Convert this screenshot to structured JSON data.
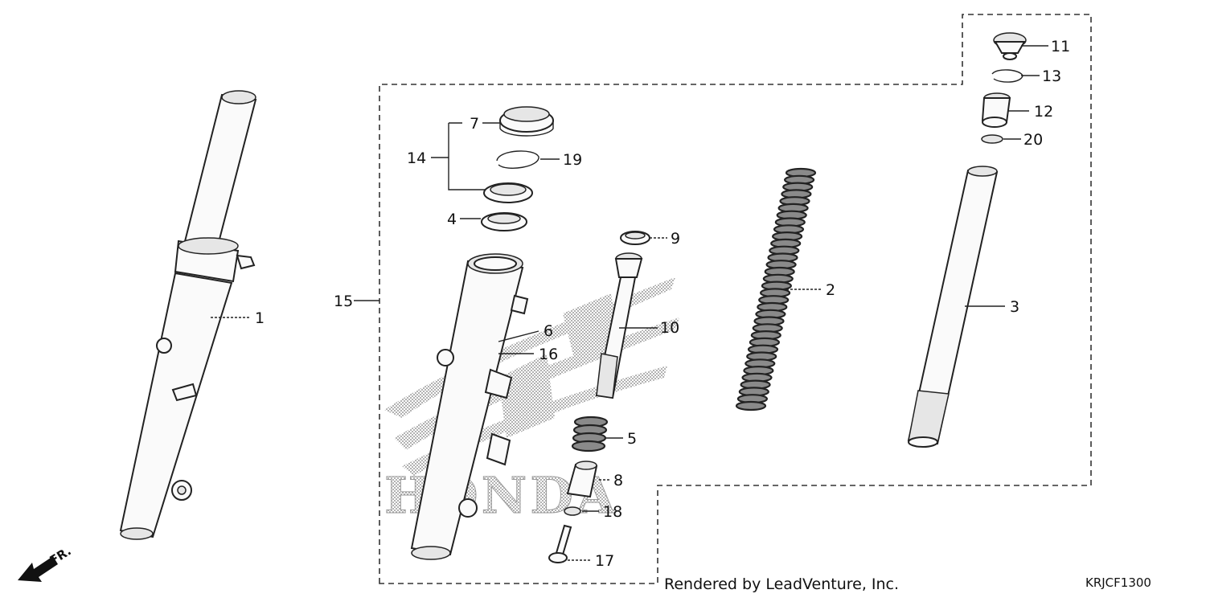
{
  "diagram": {
    "callouts": [
      {
        "id": "c1",
        "label": "1"
      },
      {
        "id": "c2",
        "label": "2"
      },
      {
        "id": "c3",
        "label": "3"
      },
      {
        "id": "c4",
        "label": "4"
      },
      {
        "id": "c5",
        "label": "5"
      },
      {
        "id": "c6",
        "label": "6"
      },
      {
        "id": "c7",
        "label": "7"
      },
      {
        "id": "c8",
        "label": "8"
      },
      {
        "id": "c9",
        "label": "9"
      },
      {
        "id": "c10",
        "label": "10"
      },
      {
        "id": "c11",
        "label": "11"
      },
      {
        "id": "c12",
        "label": "12"
      },
      {
        "id": "c13",
        "label": "13"
      },
      {
        "id": "c14",
        "label": "14"
      },
      {
        "id": "c15",
        "label": "15"
      },
      {
        "id": "c16",
        "label": "16"
      },
      {
        "id": "c17",
        "label": "17"
      },
      {
        "id": "c18",
        "label": "18"
      },
      {
        "id": "c19",
        "label": "19"
      },
      {
        "id": "c20",
        "label": "20"
      }
    ],
    "direction_label": "FR.",
    "watermark": "HONDA",
    "footer": "Rendered by LeadVenture, Inc.",
    "diagram_code": "KRJCF1300"
  }
}
